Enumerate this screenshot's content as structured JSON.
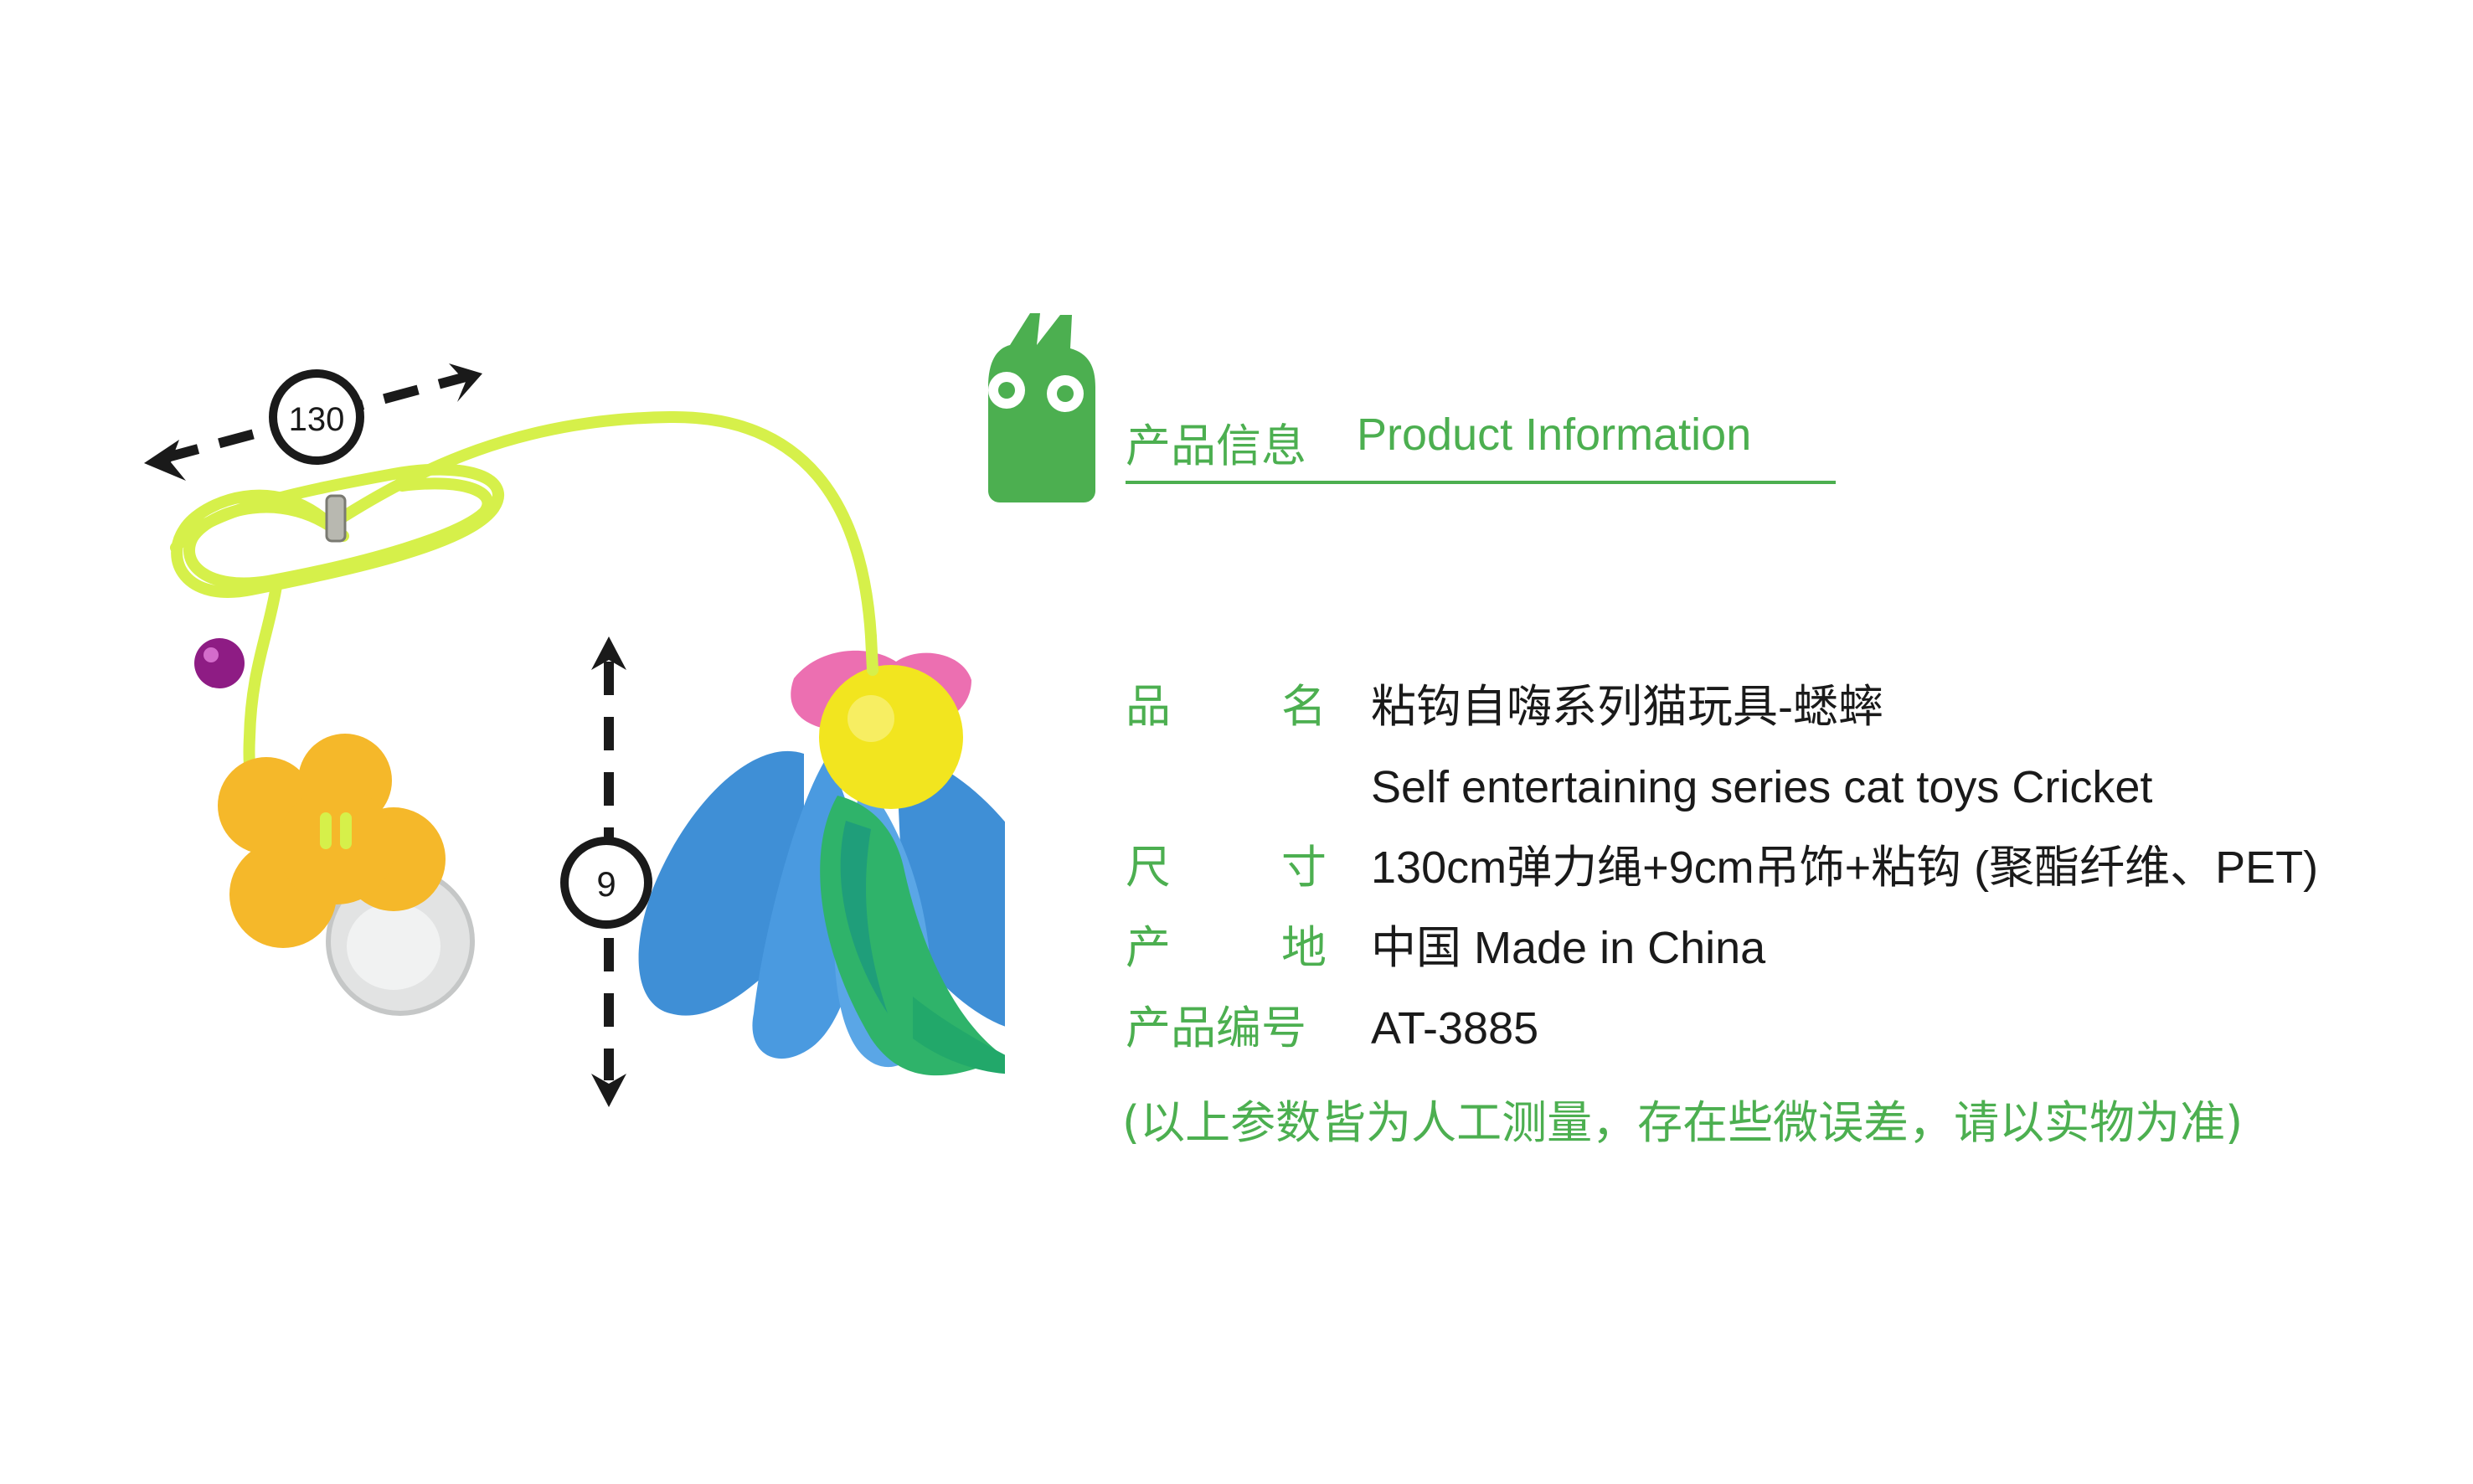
{
  "header": {
    "title_cn": "产品信息",
    "title_en": "Product Information"
  },
  "specs": {
    "name_label_chars": [
      "品",
      "名"
    ],
    "name_value_cn": "粘钩自嗨系列猫玩具-蟋蟀",
    "name_value_en": "Self entertaining series cat toys Cricket",
    "size_label_chars": [
      "尺",
      "寸"
    ],
    "size_value": "130cm弹力绳+9cm吊饰+粘钩 (聚酯纤维、PET)",
    "origin_label_chars": [
      "产",
      "地"
    ],
    "origin_value": "中国 Made in China",
    "code_label": "产品编号",
    "code_value": "AT-3885"
  },
  "disclaimer": "(以上参数皆为人工测量，存在些微误差，请以实物为准)",
  "dimensions": {
    "cord_length": "130",
    "pendant_height": "9"
  },
  "colors": {
    "brand_green": "#4caf50",
    "cord_yellow": "#d6f04a",
    "felt_orange": "#f5b82a",
    "wing_blue": "#3f8fd6",
    "feather_green": "#2fb36a",
    "pom_yellow": "#f2e51f",
    "felt_pink": "#ec6fb1",
    "bell_purple": "#8e1c84"
  },
  "icons": [
    "brand-mascot-icon",
    "double-arrow-icon"
  ]
}
